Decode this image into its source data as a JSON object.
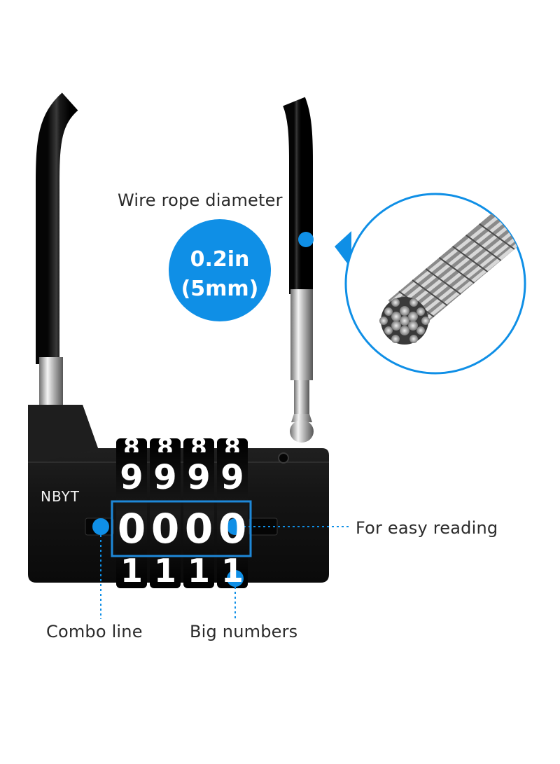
{
  "brand": "NBYT",
  "callouts": {
    "wire_rope": "Wire rope diameter",
    "diameter_in": "0.2in",
    "diameter_mm": "(5mm)",
    "easy_reading": "For easy reading",
    "combo_line": "Combo line",
    "big_numbers": "Big numbers"
  },
  "dials": {
    "row_8": [
      "8",
      "8",
      "8",
      "8"
    ],
    "row_9": [
      "9",
      "9",
      "9",
      "9"
    ],
    "row_0": [
      "0",
      "0",
      "0",
      "0"
    ],
    "row_1": [
      "1",
      "1",
      "1",
      "1"
    ]
  },
  "colors": {
    "accent": "#0f8fe6",
    "lock_body": "#141414",
    "cable": "#1b1b1b",
    "text": "#2b2b2b"
  }
}
